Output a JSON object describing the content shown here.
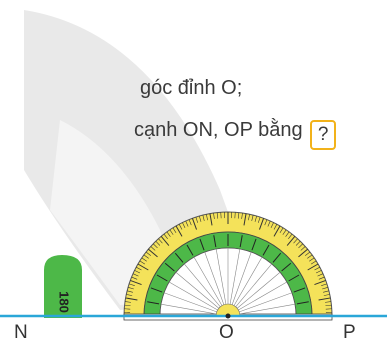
{
  "text": {
    "line1": "góc đỉnh O;",
    "line2": "cạnh ON, OP bằng",
    "question_mark": "?"
  },
  "points": {
    "n": "N",
    "o": "O",
    "p": "P"
  },
  "protractor": {
    "reading_label": "180",
    "scale_max": 180,
    "scale_step": 10
  },
  "colors": {
    "line": "#2aa7d8",
    "outer_ring": "#f4e25a",
    "green": "#4db848",
    "ink": "#333333",
    "highlight_box": "#f2b21a"
  }
}
